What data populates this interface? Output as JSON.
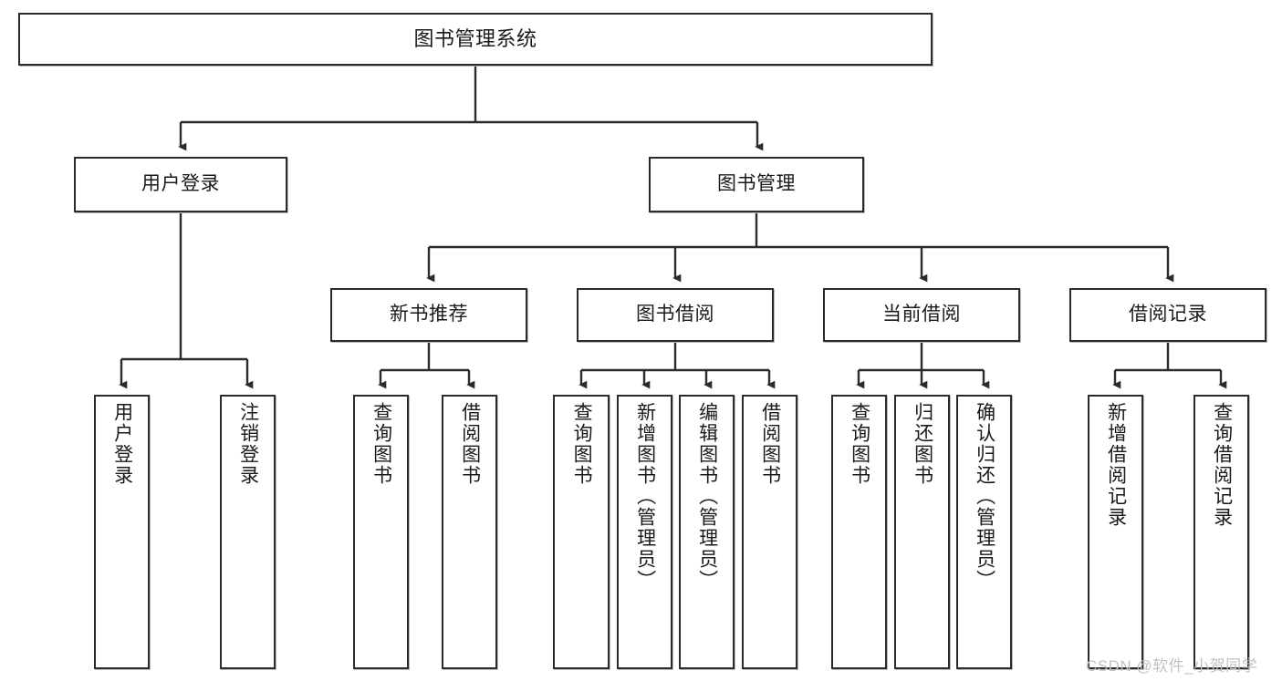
{
  "diagram": {
    "type": "tree-hierarchy-chart",
    "title": "图书管理系统",
    "watermark": "CSDN @软件_小贺同学",
    "colors": {
      "box_border": "#2b2b2b",
      "box_fill": "#ffffff",
      "connector": "#2b2b2b",
      "text": "#1a1a1a",
      "watermark": "#c2c2c2",
      "background": "#ffffff"
    },
    "nodes": {
      "root": {
        "label": "图书管理系统"
      },
      "level2": [
        {
          "id": "user-login",
          "label": "用户登录"
        },
        {
          "id": "book-management",
          "label": "图书管理"
        }
      ],
      "level3": [
        {
          "id": "new-book-recommend",
          "label": "新书推荐"
        },
        {
          "id": "book-borrow",
          "label": "图书借阅"
        },
        {
          "id": "current-borrow",
          "label": "当前借阅"
        },
        {
          "id": "borrow-record",
          "label": "借阅记录"
        }
      ],
      "leaves": {
        "user-login": [
          {
            "id": "leaf-user-login",
            "label": "用户登录"
          },
          {
            "id": "leaf-user-logout",
            "label": "注销登录"
          }
        ],
        "new-book-recommend": [
          {
            "id": "leaf-query-book-1",
            "label": "查询图书"
          },
          {
            "id": "leaf-borrow-book-1",
            "label": "借阅图书"
          }
        ],
        "book-borrow": [
          {
            "id": "leaf-query-book-2",
            "label": "查询图书"
          },
          {
            "id": "leaf-add-book",
            "label": "新增图书（管理员）"
          },
          {
            "id": "leaf-edit-book",
            "label": "编辑图书（管理员）"
          },
          {
            "id": "leaf-borrow-book-2",
            "label": "借阅图书"
          }
        ],
        "current-borrow": [
          {
            "id": "leaf-query-book-3",
            "label": "查询图书"
          },
          {
            "id": "leaf-return-book",
            "label": "归还图书"
          },
          {
            "id": "leaf-confirm-return",
            "label": "确认归还（管理员）"
          }
        ],
        "borrow-record": [
          {
            "id": "leaf-add-record",
            "label": "新增借阅记录"
          },
          {
            "id": "leaf-query-record",
            "label": "查询借阅记录"
          }
        ]
      }
    }
  }
}
